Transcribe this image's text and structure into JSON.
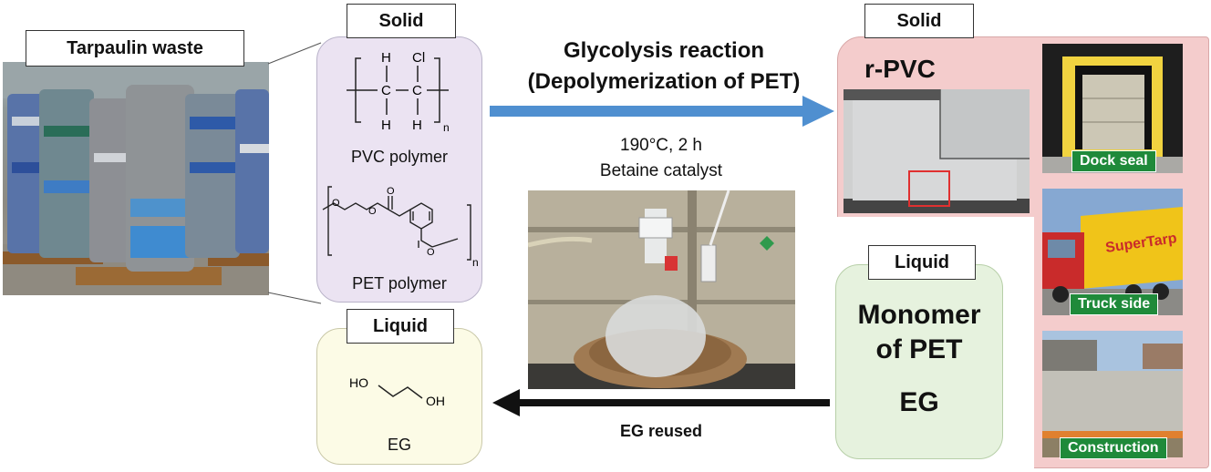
{
  "tarpaulin": {
    "label": "Tarpaulin waste"
  },
  "solid_box": {
    "tag": "Solid",
    "pvc": {
      "h1": "H",
      "h2": "H",
      "h3": "H",
      "cl": "Cl",
      "c1": "C",
      "c2": "C",
      "n": "n",
      "label": "PVC polymer"
    },
    "pet": {
      "n": "n",
      "label": "PET polymer"
    }
  },
  "reaction": {
    "title_line1": "Glycolysis reaction",
    "title_line2": "(Depolymerization of PET)",
    "cond_line1": "190°C, 2 h",
    "cond_line2": "Betaine catalyst"
  },
  "rpvc": {
    "tag": "Solid",
    "title": "r-PVC"
  },
  "applications": [
    {
      "label": "Dock seal"
    },
    {
      "label": "Truck side"
    },
    {
      "label": "Construction"
    }
  ],
  "truck_text": "SuperTarp",
  "liquid_right": {
    "tag": "Liquid",
    "line1": "Monomer",
    "line2": "of PET",
    "line3": "EG"
  },
  "liquid_left": {
    "tag": "Liquid",
    "ho": "HO",
    "oh": "OH",
    "label": "EG"
  },
  "bottom_arrow": {
    "label": "EG reused"
  },
  "colors": {
    "arrow_blue": "#4f8fd0",
    "solid_box_fill": "#ebe3f2",
    "liquid_fill": "#fcfbe6",
    "liquid_right_fill": "#e6f2de",
    "rpvc_fill": "#f4cccc"
  }
}
